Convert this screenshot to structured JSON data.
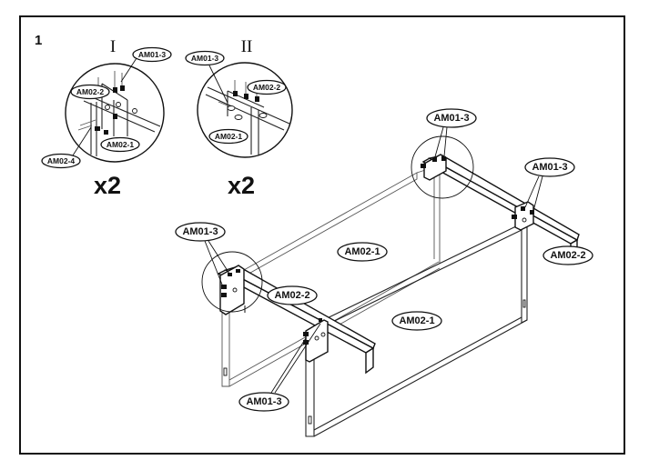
{
  "step_number": "1",
  "detail_views": [
    {
      "roman": "I",
      "multiplier": "x2",
      "labels": [
        "AM01-3",
        "AM02-2",
        "AM02-4",
        "AM02-1"
      ]
    },
    {
      "roman": "II",
      "multiplier": "x2",
      "labels": [
        "AM01-3",
        "AM02-2",
        "AM02-1"
      ]
    }
  ],
  "main_labels": {
    "top_back": "AM01-3",
    "right_bolt": "AM01-3",
    "right_end": "AM02-2",
    "left_top": "AM01-3",
    "panel_back": "AM02-1",
    "front_beam": "AM02-2",
    "panel_front": "AM02-1",
    "bottom": "AM01-3"
  }
}
